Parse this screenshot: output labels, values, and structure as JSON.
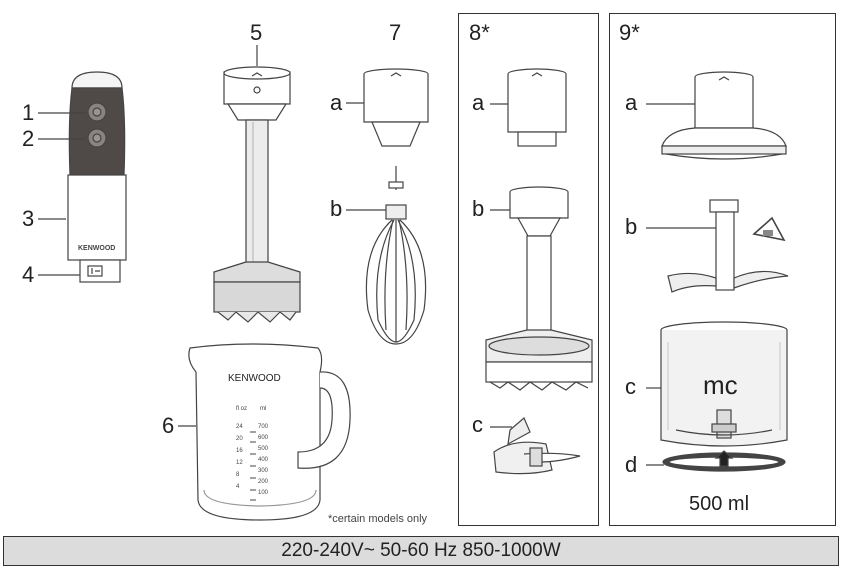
{
  "labels": {
    "n1": "1",
    "n2": "2",
    "n3": "3",
    "n4": "4",
    "n5": "5",
    "n6": "6",
    "n7": "7",
    "p7a": "a",
    "p7b": "b",
    "box8": {
      "title": "8*",
      "a": "a",
      "b": "b",
      "c": "c"
    },
    "box9": {
      "title": "9*",
      "a": "a",
      "b": "b",
      "c": "c",
      "d": "d",
      "bowl_text": "mc",
      "capacity": "500 ml"
    }
  },
  "handle_brand": "KENWOOD",
  "jug": {
    "brand": "KENWOOD",
    "unit_oz": "fl oz",
    "unit_ml": "ml",
    "oz_marks": [
      "24",
      "20",
      "16",
      "12",
      "8",
      "4"
    ],
    "ml_marks": [
      "700",
      "600",
      "500",
      "400",
      "300",
      "200",
      "100"
    ]
  },
  "footnote": "*certain models only",
  "spec_bar": "220-240V~  50-60 Hz  850-1000W",
  "colors": {
    "handle_dark": "#4f4a47",
    "outline": "#444444",
    "border": "#333333",
    "bar_bg": "#dcdcdc"
  }
}
